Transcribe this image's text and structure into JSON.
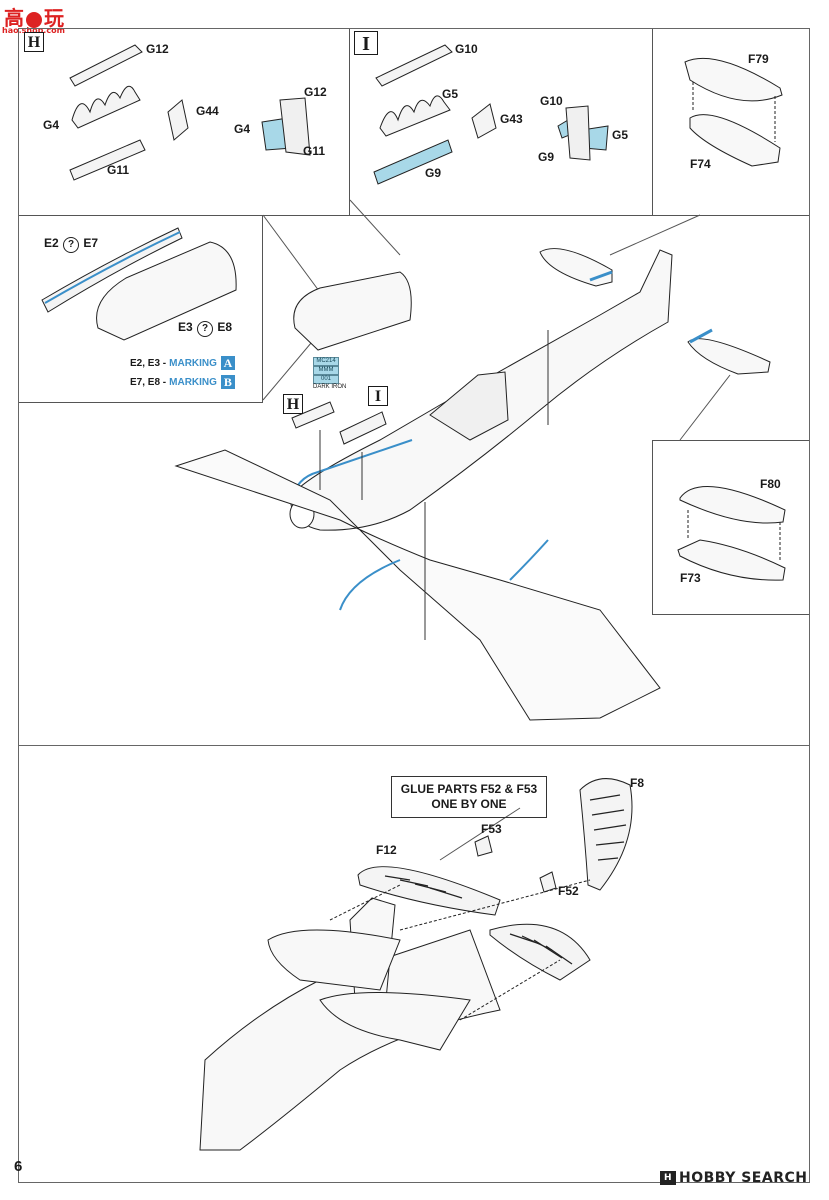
{
  "watermark": {
    "logo": "高",
    "logo2": "玩",
    "sub": "hao.shop.com"
  },
  "page_number": "6",
  "steps": {
    "H": {
      "badge": "H",
      "parts": {
        "g12": "G12",
        "g44": "G44",
        "g4_left": "G4",
        "g11_bottom": "G11",
        "g12_right": "G12",
        "g4_right": "G4",
        "g11_right": "G11"
      }
    },
    "I": {
      "badge": "I",
      "parts": {
        "g10": "G10",
        "g5": "G5",
        "g43": "G43",
        "g9_bottom": "G9",
        "g10_right": "G10",
        "g5_right": "G5",
        "g9_right": "G9"
      }
    },
    "tail_top": {
      "f79": "F79",
      "f74": "F74"
    },
    "tail_mid": {
      "f80": "F80",
      "f73": "F73"
    },
    "cowling": {
      "e2e7": {
        "a": "E2",
        "b": "E7"
      },
      "e3e8": {
        "a": "E3",
        "b": "E8"
      },
      "marking_rows": [
        {
          "text": "E2, E3 -",
          "marking": "MARKING",
          "badge": "A"
        },
        {
          "text": "E7, E8 -",
          "marking": "MARKING",
          "badge": "B"
        }
      ]
    },
    "paint": {
      "code": "MC214",
      "mmm": "MMM",
      "num": "001",
      "name": "DARK IRON"
    },
    "sub_h": "H",
    "sub_i": "I"
  },
  "bottom": {
    "note_line1": "GLUE PARTS F52 & F53",
    "note_line2": "ONE BY ONE",
    "f8": "F8",
    "f53": "F53",
    "f12": "F12",
    "f52": "F52"
  },
  "footer": {
    "brand": "HOBBY SEARCH",
    "badge": "H"
  }
}
